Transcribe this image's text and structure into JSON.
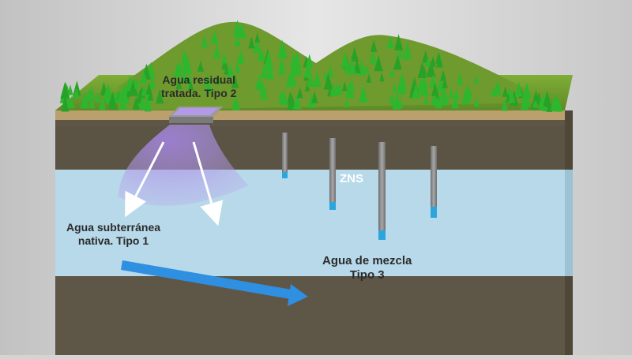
{
  "labels": {
    "treated_wastewater": [
      "Agua residual",
      "tratada. Tipo 2"
    ],
    "native_groundwater": [
      "Agua subterránea",
      "nativa. Tipo 1"
    ],
    "mixed_water": [
      "Agua de mezcla",
      "Tipo 3"
    ],
    "unsaturated_zone": "ZNS"
  },
  "colors": {
    "background": "#d4d4d4",
    "grass": "#6e9a2e",
    "soil": "#5e5646",
    "soil_front": "#6a6150",
    "aquifer": "#b7d9ea",
    "infiltration_plume": "#b59be6",
    "flow_arrow": "#2f8fe0",
    "well_pipe": "#8a8a8a",
    "well_water": "#2aa6dd",
    "trees": "#2fb62f"
  },
  "icons": [
    "down-arrow-icon",
    "flow-right-arrow-icon",
    "tree-icon",
    "well-icon",
    "infiltration-basin-icon"
  ]
}
